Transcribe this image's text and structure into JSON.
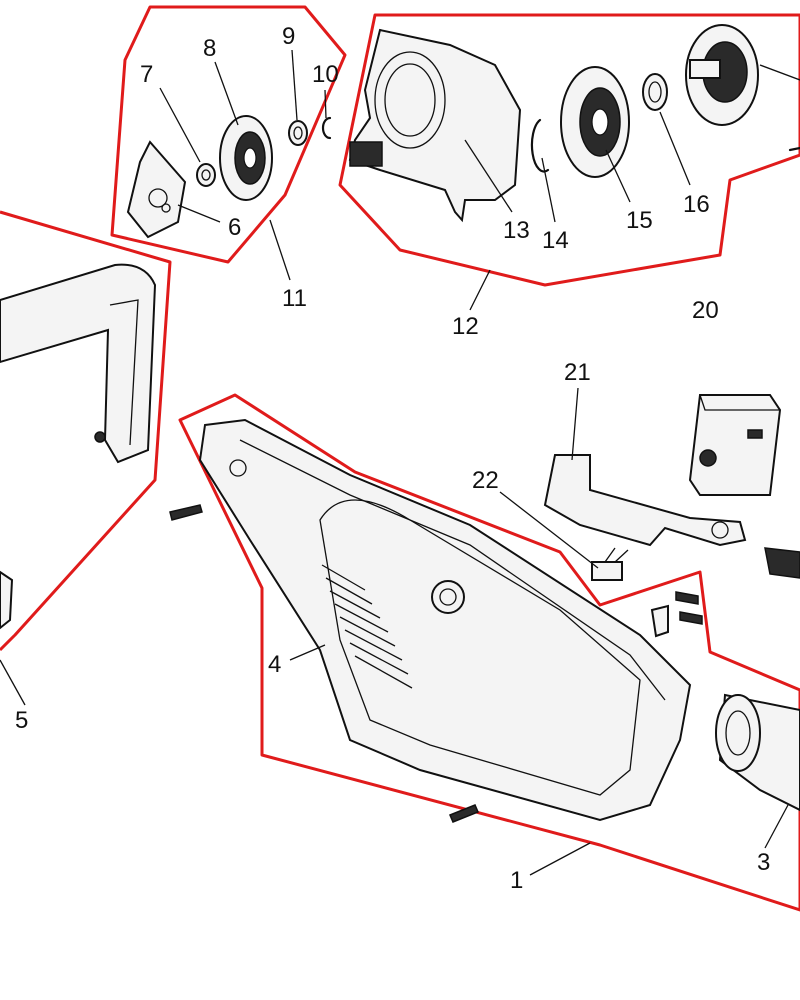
{
  "accent_color": "#e01b1b",
  "callouts": {
    "c1": "1",
    "c3": "3",
    "c4": "4",
    "c5": "5",
    "c6": "6",
    "c7": "7",
    "c8": "8",
    "c9": "9",
    "c10": "10",
    "c11": "11",
    "c12": "12",
    "c13": "13",
    "c14": "14",
    "c15": "15",
    "c16": "16",
    "c20": "20",
    "c21": "21",
    "c22": "22"
  }
}
